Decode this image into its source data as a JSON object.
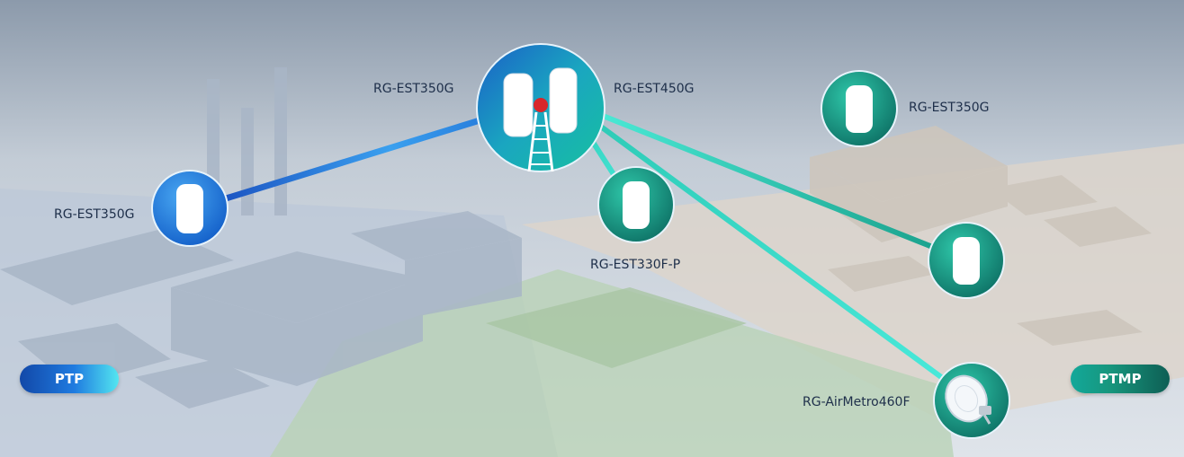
{
  "devices": {
    "left_ptp": "RG-EST350G",
    "tower_left": "RG-EST350G",
    "tower_right": "RG-EST450G",
    "top_right": "RG-EST350G",
    "middle": "RG-EST330F-P",
    "airmetro": "RG-AirMetro460F"
  },
  "badges": {
    "ptp": "PTP",
    "ptmp": "PTMP"
  },
  "colors": {
    "ptp_blue": "#1f6fd6",
    "ptp_cyan": "#5fd8f5",
    "ptmp_teal": "#18a48e",
    "ptmp_aqua": "#3ee6d2",
    "label_text": "#1e2f4a"
  },
  "icons": [
    "cpe-device-icon",
    "tower-icon",
    "dish-antenna-icon"
  ]
}
